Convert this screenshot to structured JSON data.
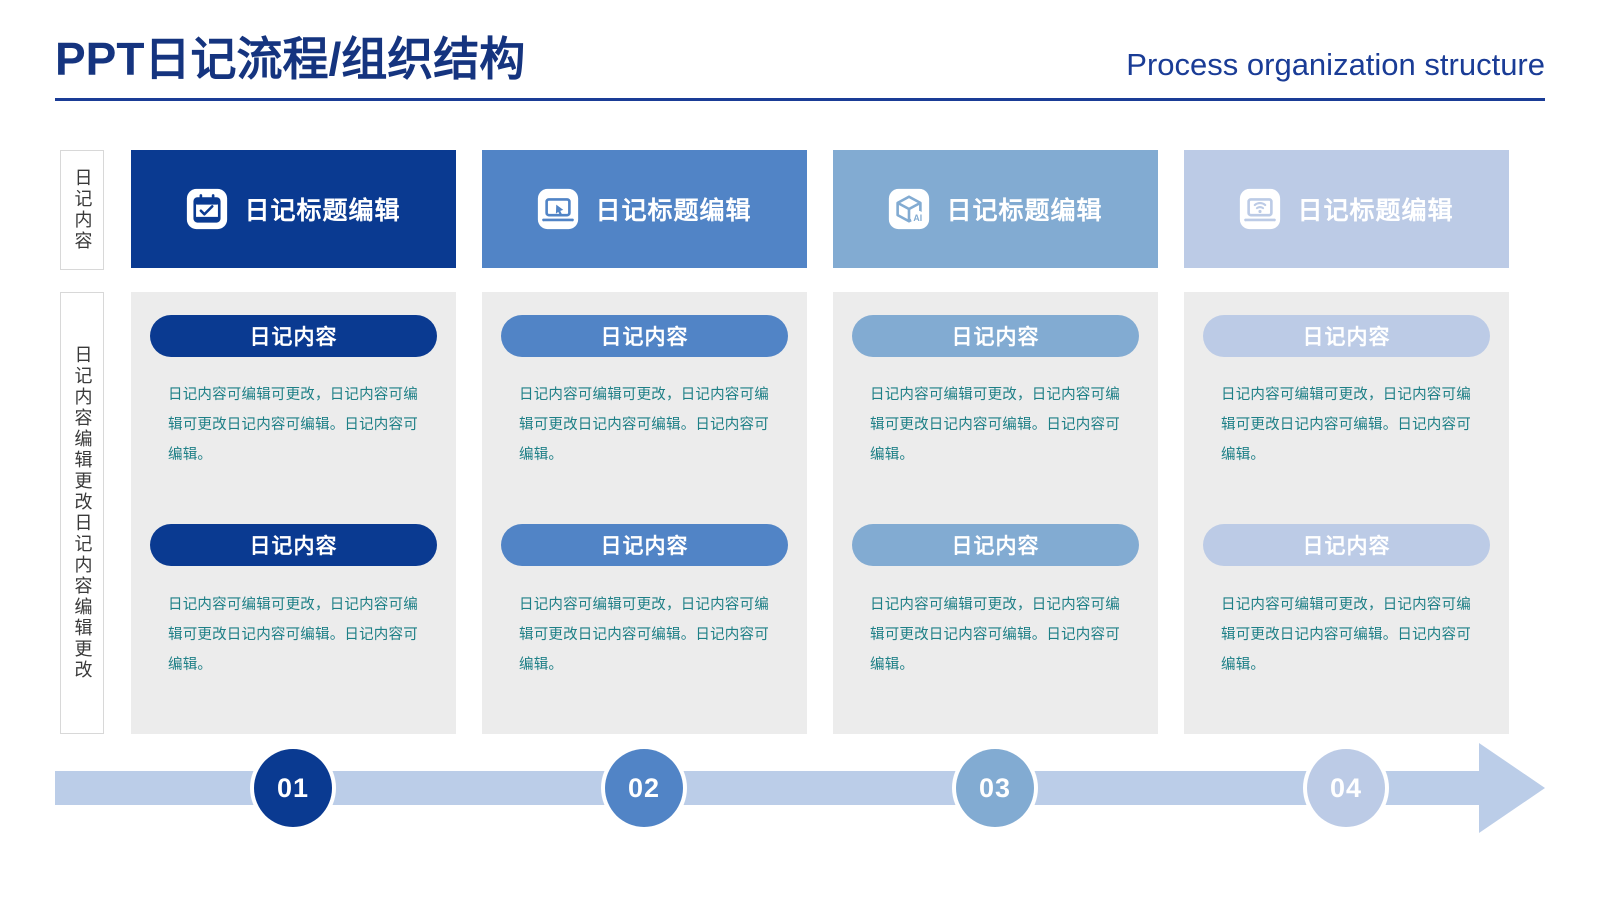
{
  "header": {
    "title_cn": "PPT日记流程/组织结构",
    "title_en": "Process organization structure",
    "rule_color": "#1a3c96"
  },
  "side_labels": {
    "top": "日记内容",
    "bottom": "日记内容编辑更改日记内容编辑更改"
  },
  "palette": {
    "col1": "#0a3a91",
    "col2": "#5184c6",
    "col3": "#82abd2",
    "col4": "#bccbe6",
    "panel": "#ececec",
    "body_text": "#1d7f86",
    "track": "#bbcde8"
  },
  "columns": [
    {
      "index": "01",
      "color": "#0a3a91",
      "icon": "calendar-check-icon",
      "header_title": "日记标题编辑",
      "blocks": [
        {
          "pill": "日记内容",
          "paragraph": "日记内容可编辑可更改，日记内容可编辑可更改日记内容可编辑。日记内容可编辑。"
        },
        {
          "pill": "日记内容",
          "paragraph": "日记内容可编辑可更改，日记内容可编辑可更改日记内容可编辑。日记内容可编辑。"
        }
      ]
    },
    {
      "index": "02",
      "color": "#5184c6",
      "icon": "laptop-cursor-icon",
      "header_title": "日记标题编辑",
      "blocks": [
        {
          "pill": "日记内容",
          "paragraph": "日记内容可编辑可更改，日记内容可编辑可更改日记内容可编辑。日记内容可编辑。"
        },
        {
          "pill": "日记内容",
          "paragraph": "日记内容可编辑可更改，日记内容可编辑可更改日记内容可编辑。日记内容可编辑。"
        }
      ]
    },
    {
      "index": "03",
      "color": "#82abd2",
      "icon": "ai-cube-icon",
      "header_title": "日记标题编辑",
      "blocks": [
        {
          "pill": "日记内容",
          "paragraph": "日记内容可编辑可更改，日记内容可编辑可更改日记内容可编辑。日记内容可编辑。"
        },
        {
          "pill": "日记内容",
          "paragraph": "日记内容可编辑可更改，日记内容可编辑可更改日记内容可编辑。日记内容可编辑。"
        }
      ]
    },
    {
      "index": "04",
      "color": "#bccbe6",
      "icon": "laptop-wifi-icon",
      "header_title": "日记标题编辑",
      "blocks": [
        {
          "pill": "日记内容",
          "paragraph": "日记内容可编辑可更改，日记内容可编辑可更改日记内容可编辑。日记内容可编辑。"
        },
        {
          "pill": "日记内容",
          "paragraph": "日记内容可编辑可更改，日记内容可编辑可更改日记内容可编辑。日记内容可编辑。"
        }
      ]
    }
  ]
}
